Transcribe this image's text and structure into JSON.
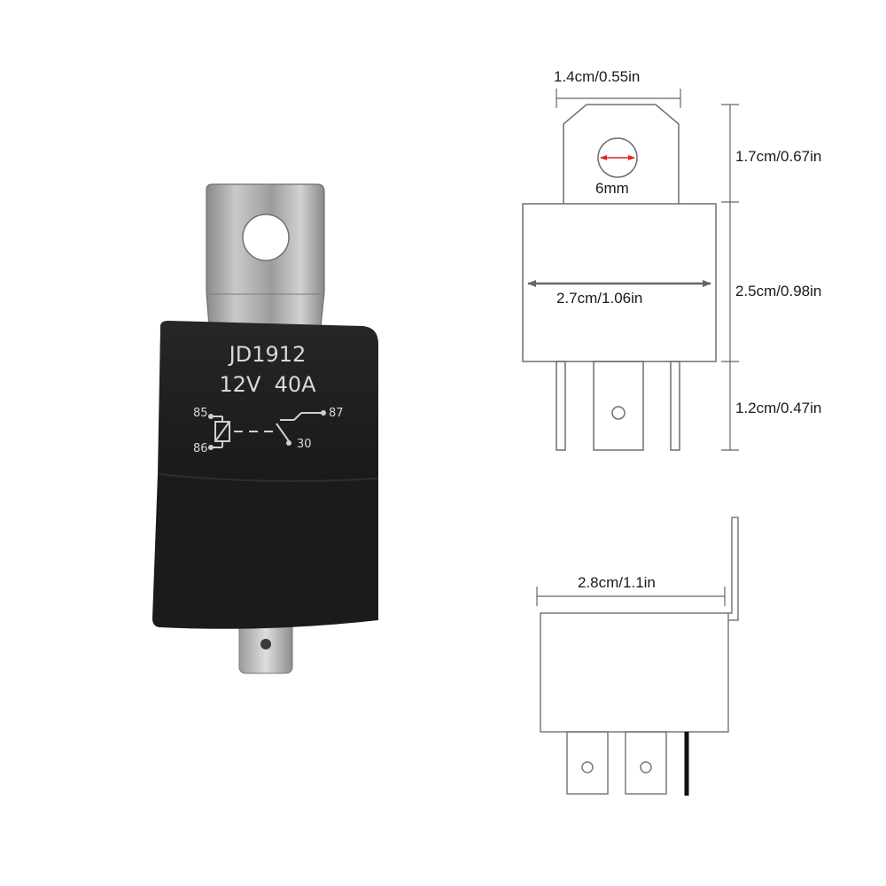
{
  "relay": {
    "model": "JD1912",
    "rating": "12V  40A",
    "pins": {
      "p85": "85",
      "p86": "86",
      "p87": "87",
      "p30": "30"
    }
  },
  "front_view": {
    "tab_width": "1.4cm/0.55in",
    "hole_diameter": "6mm",
    "tab_height": "1.7cm/0.67in",
    "body_width": "2.7cm/1.06in",
    "body_height": "2.5cm/0.98in",
    "pin_length": "1.2cm/0.47in"
  },
  "side_view": {
    "body_depth": "2.8cm/1.1in"
  },
  "colors": {
    "relay_body": "#1d1d1d",
    "bracket_metal": "#a9a9a9",
    "line": "#6f6f6f",
    "arrow": "#666666",
    "hole_arrow": "#e02020"
  }
}
